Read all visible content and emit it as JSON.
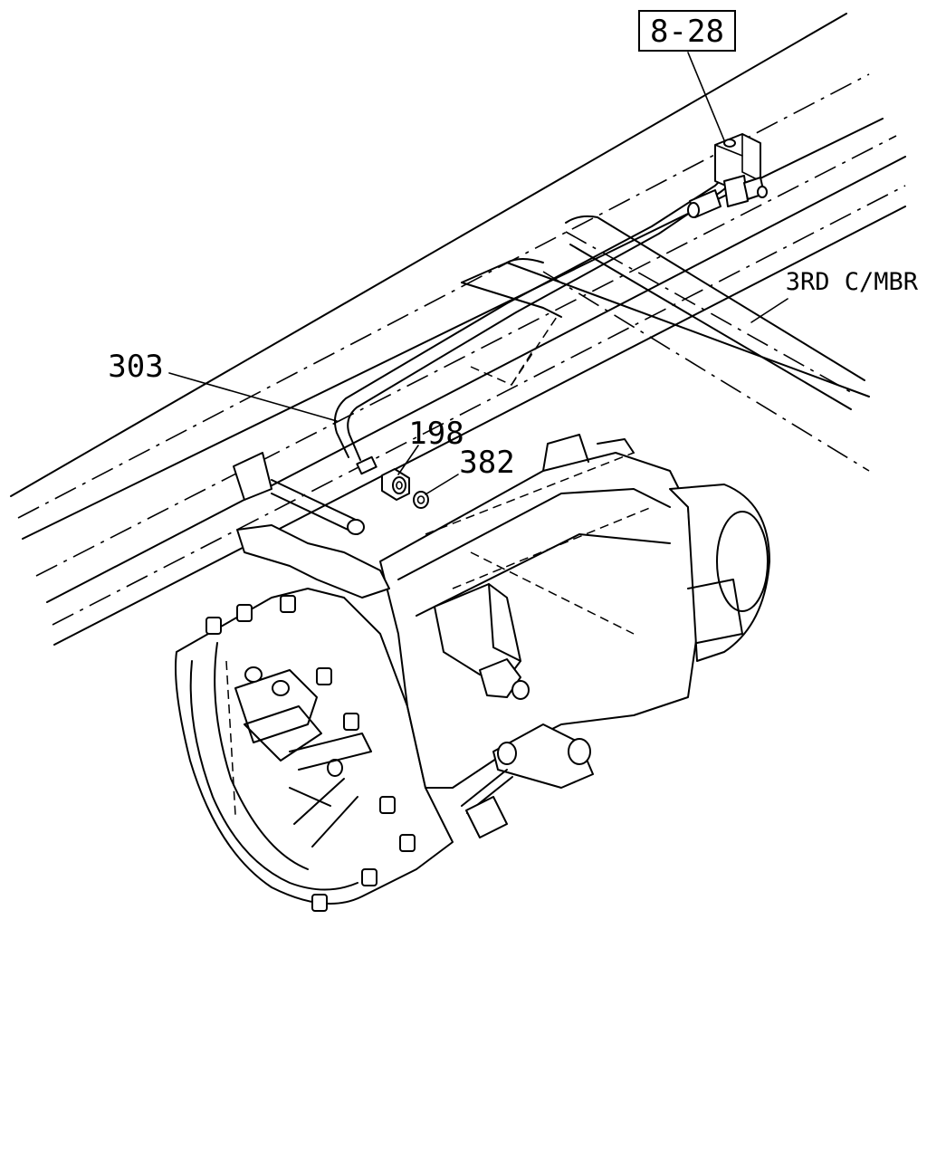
{
  "diagram": {
    "labels": {
      "ref_box": "8-28",
      "pipe": "303",
      "nut": "198",
      "washer": "382",
      "crossmember": "3RD C/MBR"
    },
    "line_color": "#000000",
    "background": "#ffffff"
  }
}
